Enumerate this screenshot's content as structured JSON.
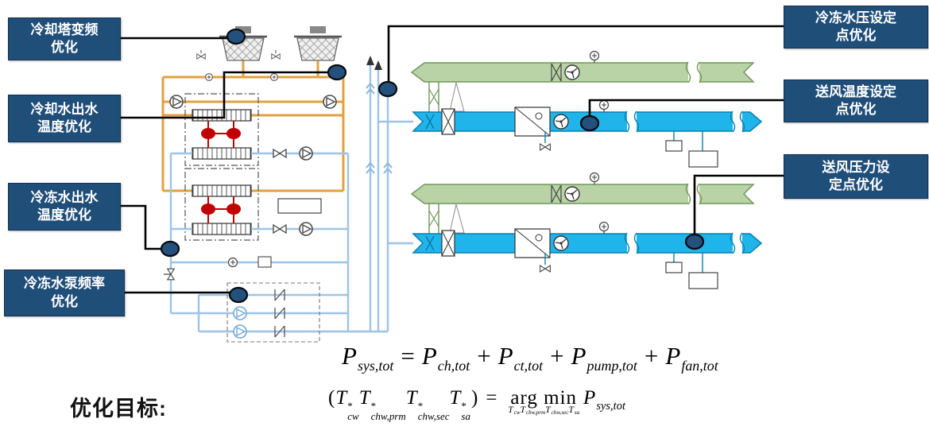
{
  "callouts": {
    "left": [
      {
        "id": "cooling-tower-vfd",
        "label": "冷却塔变频\n优化"
      },
      {
        "id": "cooling-water-outlet-temp",
        "label": "冷却水出水\n温度优化"
      },
      {
        "id": "chilled-water-outlet-temp",
        "label": "冷冻水出水\n温度优化"
      },
      {
        "id": "chw-pump-frequency",
        "label": "冷冻水泵频率\n优化"
      }
    ],
    "right": [
      {
        "id": "chw-pressure-setpoint",
        "label": "冷冻水压设定\n点优化"
      },
      {
        "id": "supply-air-temp-setpoint",
        "label": "送风温度设定\n点优化"
      },
      {
        "id": "supply-air-pressure-setpoint",
        "label": "送风压力设\n定点优化"
      }
    ]
  },
  "objective": {
    "label": "优化目标:"
  },
  "formulas": {
    "power": {
      "lhs": {
        "base": "P",
        "sub": "sys,tot"
      },
      "eq": "=",
      "plus": "+",
      "terms": [
        {
          "base": "P",
          "sub": "ch,tot"
        },
        {
          "base": "P",
          "sub": "ct,tot"
        },
        {
          "base": "P",
          "sub": "pump,tot"
        },
        {
          "base": "P",
          "sub": "fan,tot"
        }
      ]
    },
    "argmin": {
      "open": "(",
      "close": ")",
      "eq": "=",
      "operator": "arg min",
      "terms": [
        {
          "base": "T",
          "sup": "*",
          "sub": "cw"
        },
        {
          "base": "T",
          "sup": "*",
          "sub": "chw,prm"
        },
        {
          "base": "T",
          "sup": "*",
          "sub": "chw,sec"
        },
        {
          "base": "T",
          "sup": "*",
          "sub": "sa"
        }
      ],
      "constraint": [
        {
          "base": "T",
          "sub": "cw"
        },
        {
          "base": "T",
          "sub": "chw,prm"
        },
        {
          "base": "T",
          "sub": "chw,sec"
        },
        {
          "base": "T",
          "sub": "sa"
        }
      ],
      "result": {
        "base": "P",
        "sub": "sys,tot"
      }
    }
  },
  "colors": {
    "callout_bg": "#1F4E79",
    "callout_text": "#FFFFFF",
    "connector": "#000000",
    "marker_fill": "#24507E",
    "condenser_water_pipe": "#E2A13F",
    "chilled_water_pipe": "#9DC3E6",
    "refrigerant": "#C00000",
    "supply_duct": "#1FB4EA",
    "return_duct_fill": "#B9D3A6",
    "return_duct_stroke": "#71975A"
  },
  "icons": [
    "cooling-tower-icon",
    "pump-icon",
    "valve-icon",
    "check-valve-icon",
    "fan-icon",
    "sensor-icon",
    "damper-icon",
    "flow-arrow-icon",
    "measure-point-marker"
  ]
}
